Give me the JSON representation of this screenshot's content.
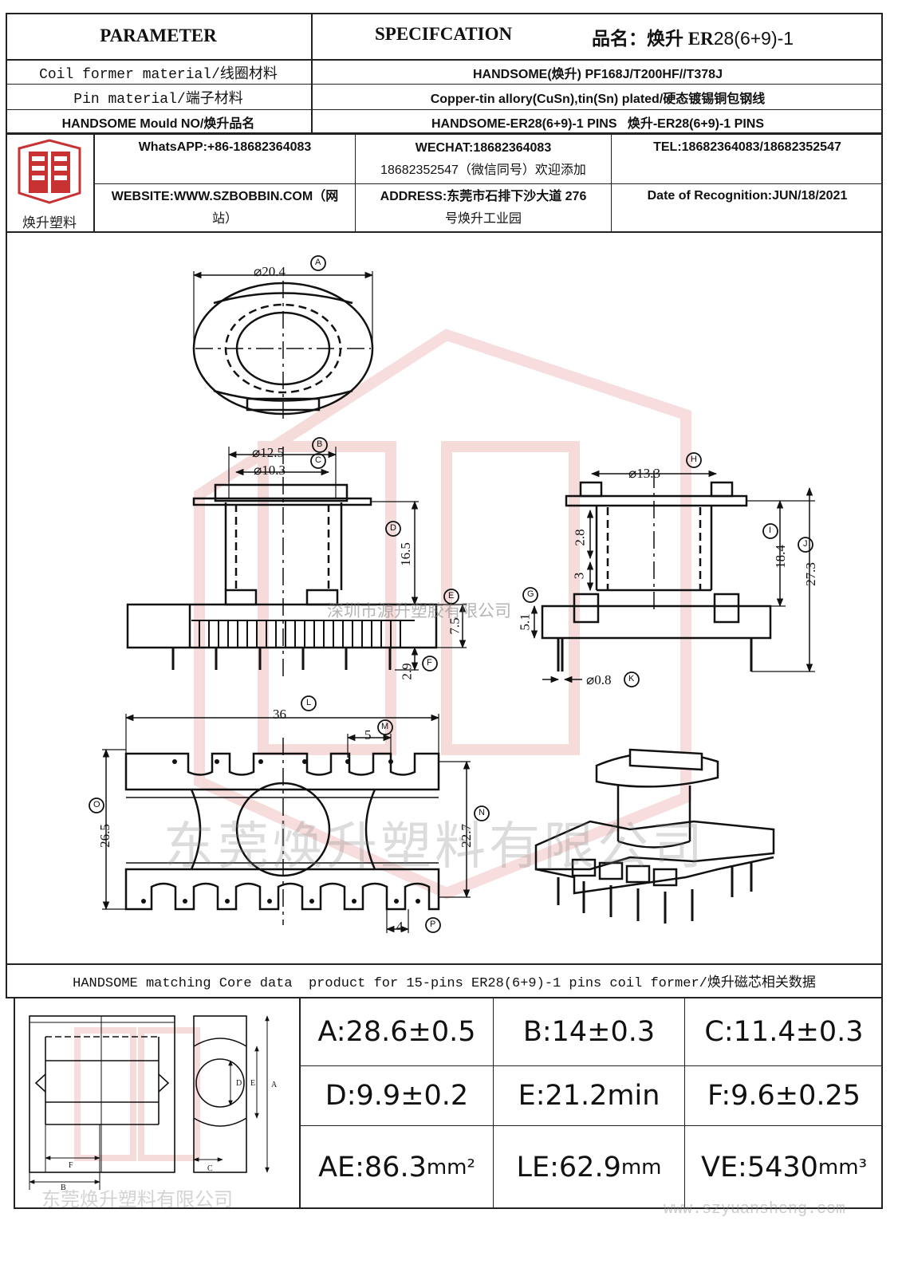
{
  "header": {
    "parameter": "PARAMETER",
    "specification": "SPECIFCATION",
    "product_prefix": "品名：焕升 ER",
    "product_suffix": "28(6+9)-1"
  },
  "rows": [
    {
      "label": "Coil former material/线圈材料",
      "value": "HANDSOME(焕升)  PF168J/T200HF//T378J"
    },
    {
      "label": "Pin material/端子材料",
      "value": "Copper-tin allory(CuSn),tin(Sn) plated/硬态镀锡铜包钢线"
    },
    {
      "label": "HANDSOME Mould NO/焕升品名",
      "value": "HANDSOME-ER28(6+9)-1 PINS   焕升-ER28(6+9)-1 PINS"
    }
  ],
  "company": {
    "logo_text": "焕升塑料",
    "whatsapp": "WhatsAPP:+86-18682364083",
    "wechat_line1": "WECHAT:18682364083",
    "wechat_line2": "18682352547（微信同号）欢迎添加",
    "tel": "TEL:18682364083/18682352547",
    "website_line1": "WEBSITE:WWW.SZBOBBIN.COM（网",
    "website_line2": "站）",
    "address_line1": "ADDRESS:东莞市石排下沙大道 276",
    "address_line2": "号焕升工业园",
    "date": "Date of Recognition:JUN/18/2021"
  },
  "drawing": {
    "dim_A": "⌀20.4",
    "dim_B": "⌀12.5",
    "dim_C": "⌀10.3",
    "dim_D": "16.5",
    "dim_E": "7.5",
    "dim_F": "2.9",
    "dim_H": "⌀13.3",
    "dim_28": "2.8",
    "dim_3": "3",
    "dim_I": "18.4",
    "dim_J": "27.3",
    "dim_G": "5.1",
    "dim_K": "⌀0.8",
    "dim_L": "36",
    "dim_M": "5",
    "dim_O": "26.5",
    "dim_N": "22.7",
    "dim_P": "4",
    "tags": {
      "A": "A",
      "B": "B",
      "C": "C",
      "D": "D",
      "E": "E",
      "F": "F",
      "G": "G",
      "H": "H",
      "I": "I",
      "J": "J",
      "K": "K",
      "L": "L",
      "M": "M",
      "N": "N",
      "O": "O",
      "P": "P"
    },
    "watermark_mid": "深圳市源升塑胶有限公司",
    "watermark_big": "东莞焕升塑料有限公司"
  },
  "core_section": {
    "title": "HANDSOME matching Core data  product for 15-pins ER28(6+9)-1 pins coil former/焕升磁芯相关数据",
    "values": [
      {
        "label": "A:28.6±0.5"
      },
      {
        "label": "B:14±0.3"
      },
      {
        "label": "C:11.4±0.3"
      },
      {
        "label": "D:9.9±0.2"
      },
      {
        "label": "E:21.2min"
      },
      {
        "label": "F:9.6±0.25"
      },
      {
        "label": "AE:86.3",
        "unit": "mm²"
      },
      {
        "label": "LE:62.9",
        "unit": "mm"
      },
      {
        "label": "VE:5430",
        "unit": "mm³"
      }
    ],
    "core_labels": {
      "D": "D",
      "E": "E",
      "A": "A",
      "F": "F",
      "B": "B",
      "C": "C"
    },
    "watermark": "东莞焕升塑料有限公司",
    "url_watermark": "www.szyuansheng.com"
  }
}
